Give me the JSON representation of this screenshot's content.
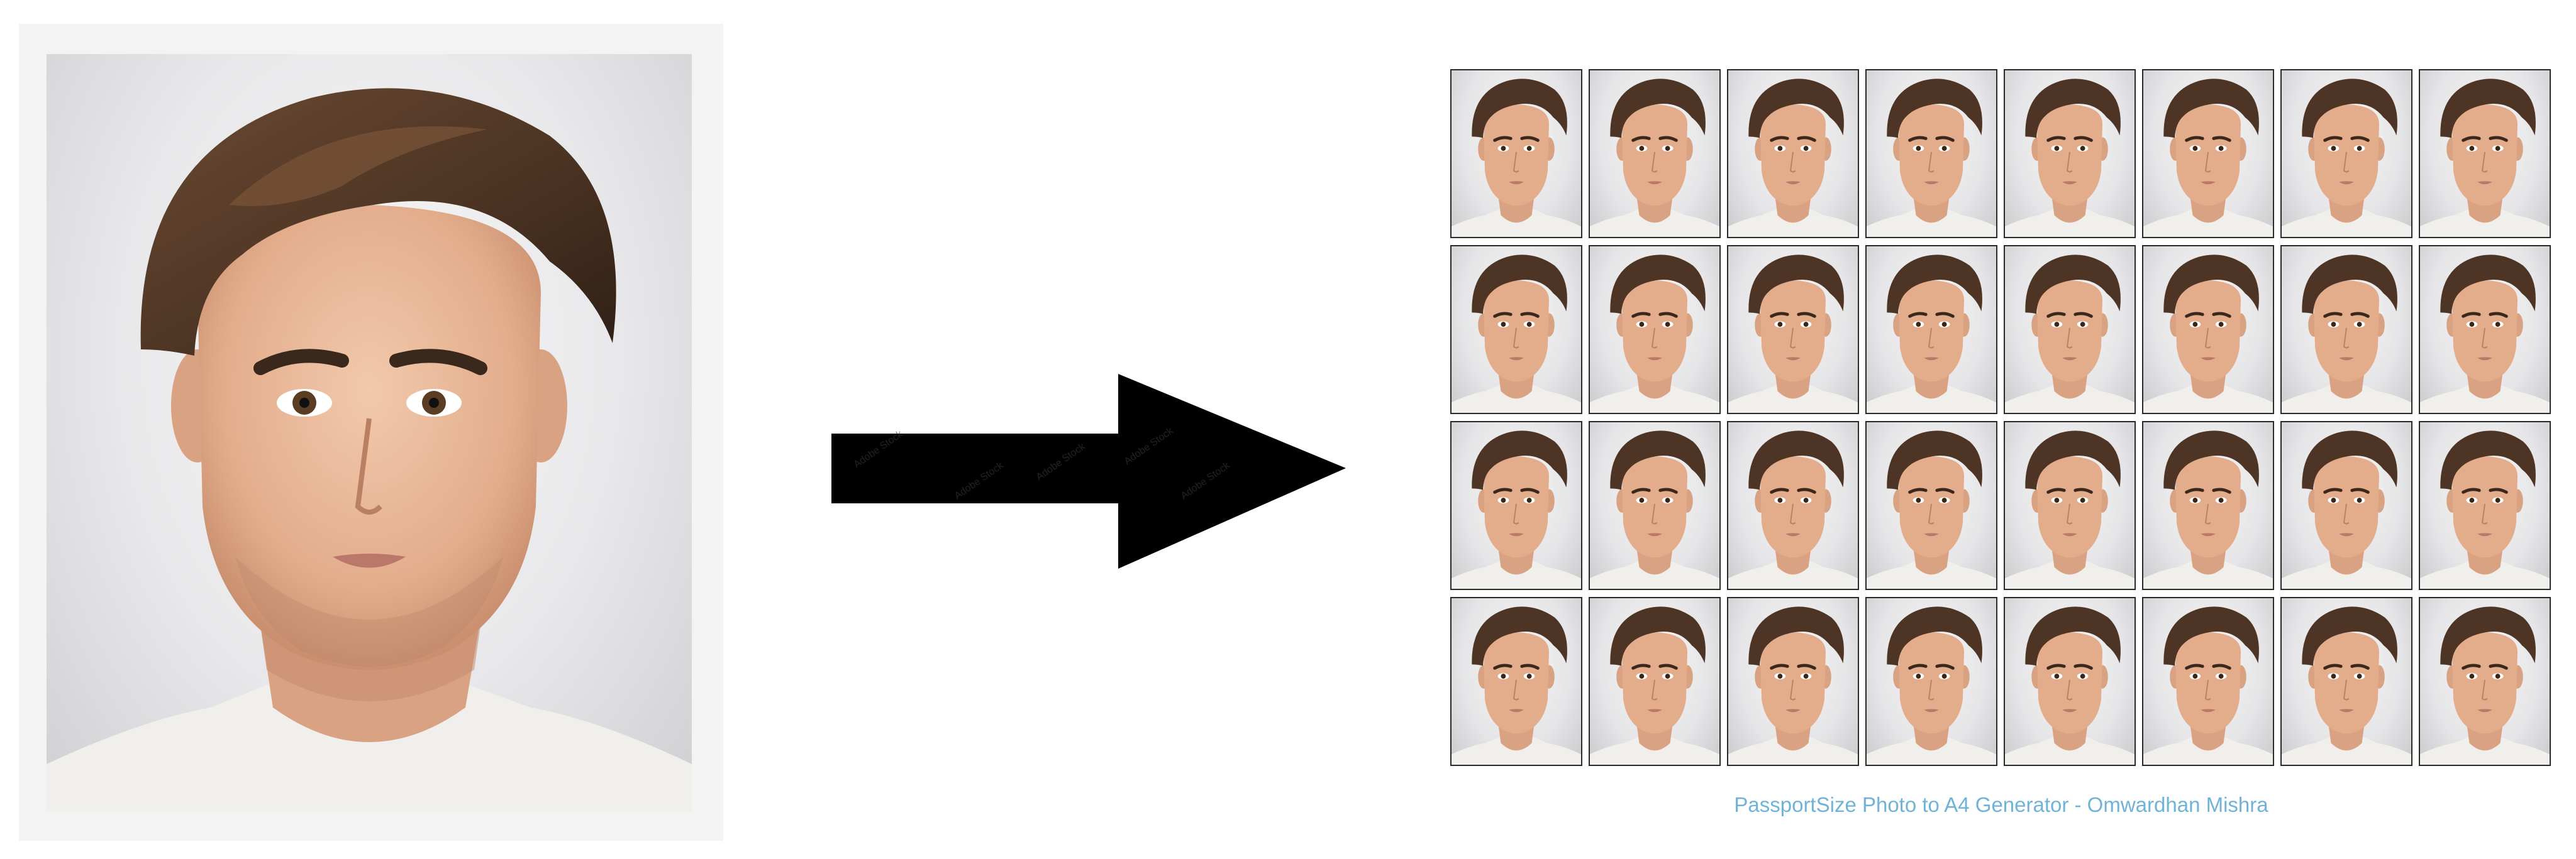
{
  "source_photo": {
    "subject": "portrait",
    "background_color": "#e8e8ea"
  },
  "arrow": {
    "icon": "right-arrow-icon",
    "color": "#000000",
    "watermark_text": [
      "Adobe Stock",
      "Adobe Stock",
      "Adobe Stock",
      "Adobe Stock",
      "Adobe Stock"
    ]
  },
  "sheet": {
    "rows": 4,
    "columns": 8,
    "tile_border_color": "#2a2a2a"
  },
  "caption": {
    "text": "PassportSize Photo to A4 Generator - Omwardhan Mishra",
    "color": "#6fb3d9"
  }
}
